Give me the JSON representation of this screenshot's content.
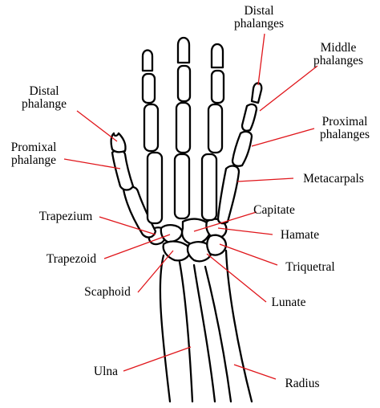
{
  "colors": {
    "leader": "#e0161b",
    "outline": "#000000",
    "background": "#ffffff"
  },
  "labels": {
    "distal_phalanges": [
      "Distal",
      "phalanges"
    ],
    "middle_phalanges": [
      "Middle",
      "phalanges"
    ],
    "distal_phalange": [
      "Distal",
      "phalange"
    ],
    "proximal_phalanges": [
      "Proximal",
      "phalanges"
    ],
    "promixal_phalange": [
      "Promixal",
      "phalange"
    ],
    "metacarpals": "Metacarpals",
    "trapezium": "Trapezium",
    "capitate": "Capitate",
    "hamate": "Hamate",
    "trapezoid": "Trapezoid",
    "triquetral": "Triquetral",
    "scaphoid": "Scaphoid",
    "lunate": "Lunate",
    "ulna": "Ulna",
    "radius": "Radius"
  }
}
